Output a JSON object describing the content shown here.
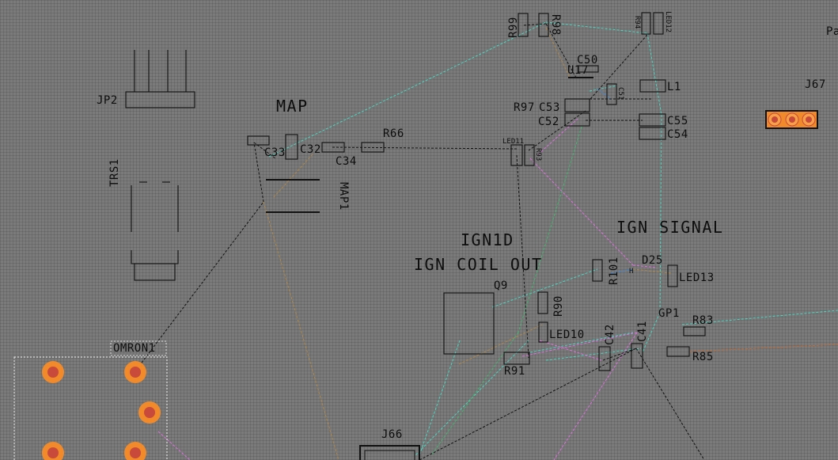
{
  "titles": {
    "map": "MAP",
    "ign1d": "IGN1D",
    "ign_coil_out": "IGN COIL OUT",
    "ign_signal": "IGN SIGNAL"
  },
  "refs": {
    "jp2": "JP2",
    "trs1": "TRS1",
    "omron1": "OMRON1",
    "map1": "MAP1",
    "c33": "C33",
    "c32": "C32",
    "c34": "C34",
    "r66": "R66",
    "r99": "R99",
    "r98": "R98",
    "r94": "R94",
    "led12": "LED12",
    "c50": "C50",
    "u17": "U17",
    "c51": "C51",
    "l1": "L1",
    "r97": "R97",
    "c53": "C53",
    "c52": "C52",
    "c55": "C55",
    "c54": "C54",
    "led11": "LED11",
    "r93": "R93",
    "q9": "Q9",
    "r90": "R90",
    "led10": "LED10",
    "r91": "R91",
    "c42": "C42",
    "c41": "C41",
    "gp1": "GP1",
    "r83": "R83",
    "r85": "R85",
    "r101": "R101",
    "d25": "D25",
    "led13": "LED13",
    "j66": "J66",
    "j67": "J67",
    "pa": "Pa"
  },
  "colors": {
    "background": "#7b7b7b",
    "silkscreen": "#111111",
    "pad_copper": "#f08a2a",
    "pad_hole": "#c84a3a",
    "ratsnest_cyan": "#48d8c0",
    "ratsnest_magenta": "#e070e0",
    "ratsnest_green": "#40b870",
    "ratsnest_brown": "#b08848",
    "ratsnest_orange": "#c86a30",
    "ratsnest_blue": "#3888e0"
  }
}
